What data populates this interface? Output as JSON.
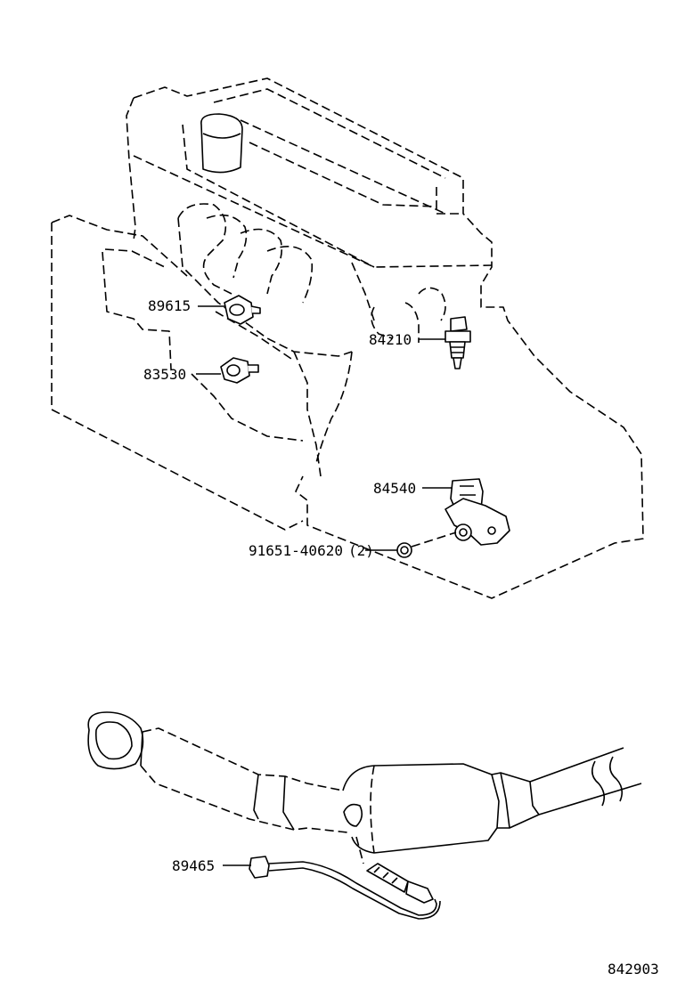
{
  "callouts": [
    {
      "id": "knock-sensor",
      "part_no": "89615"
    },
    {
      "id": "oil-pressure-switch",
      "part_no": "83530"
    },
    {
      "id": "water-temp-sensor",
      "part_no": "84210"
    },
    {
      "id": "neutral-start-switch",
      "part_no": "84540"
    },
    {
      "id": "bolt",
      "part_no": "91651-40620",
      "qty": "(2)"
    },
    {
      "id": "oxygen-sensor",
      "part_no": "89465"
    }
  ],
  "figure_ref": "842903"
}
